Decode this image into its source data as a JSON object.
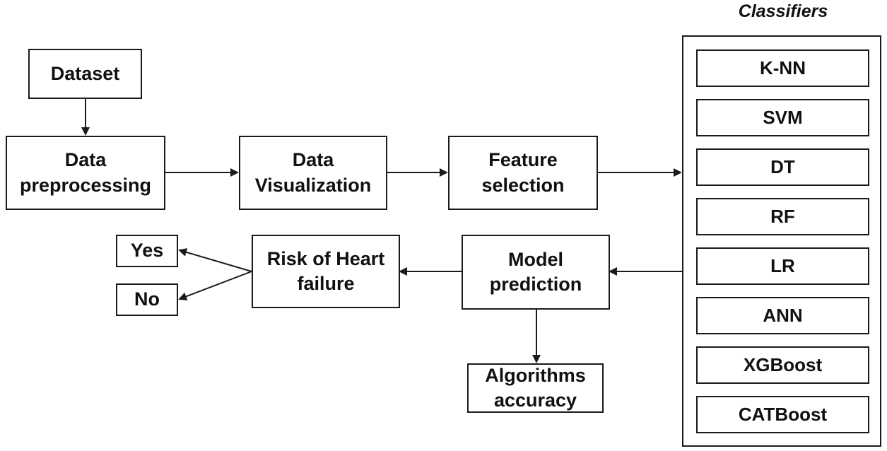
{
  "nodes": {
    "dataset": "Dataset",
    "preprocessing": "Data preprocessing",
    "visualization": "Data Visualization",
    "feature_selection": "Feature selection",
    "model_prediction": "Model prediction",
    "risk": "Risk of Heart failure",
    "yes": "Yes",
    "no": "No",
    "accuracy": "Algorithms accuracy"
  },
  "classifiers": {
    "title": "Classifiers",
    "items": [
      "K-NN",
      "SVM",
      "DT",
      "RF",
      "LR",
      "ANN",
      "XGBoost",
      "CATBoost"
    ]
  }
}
